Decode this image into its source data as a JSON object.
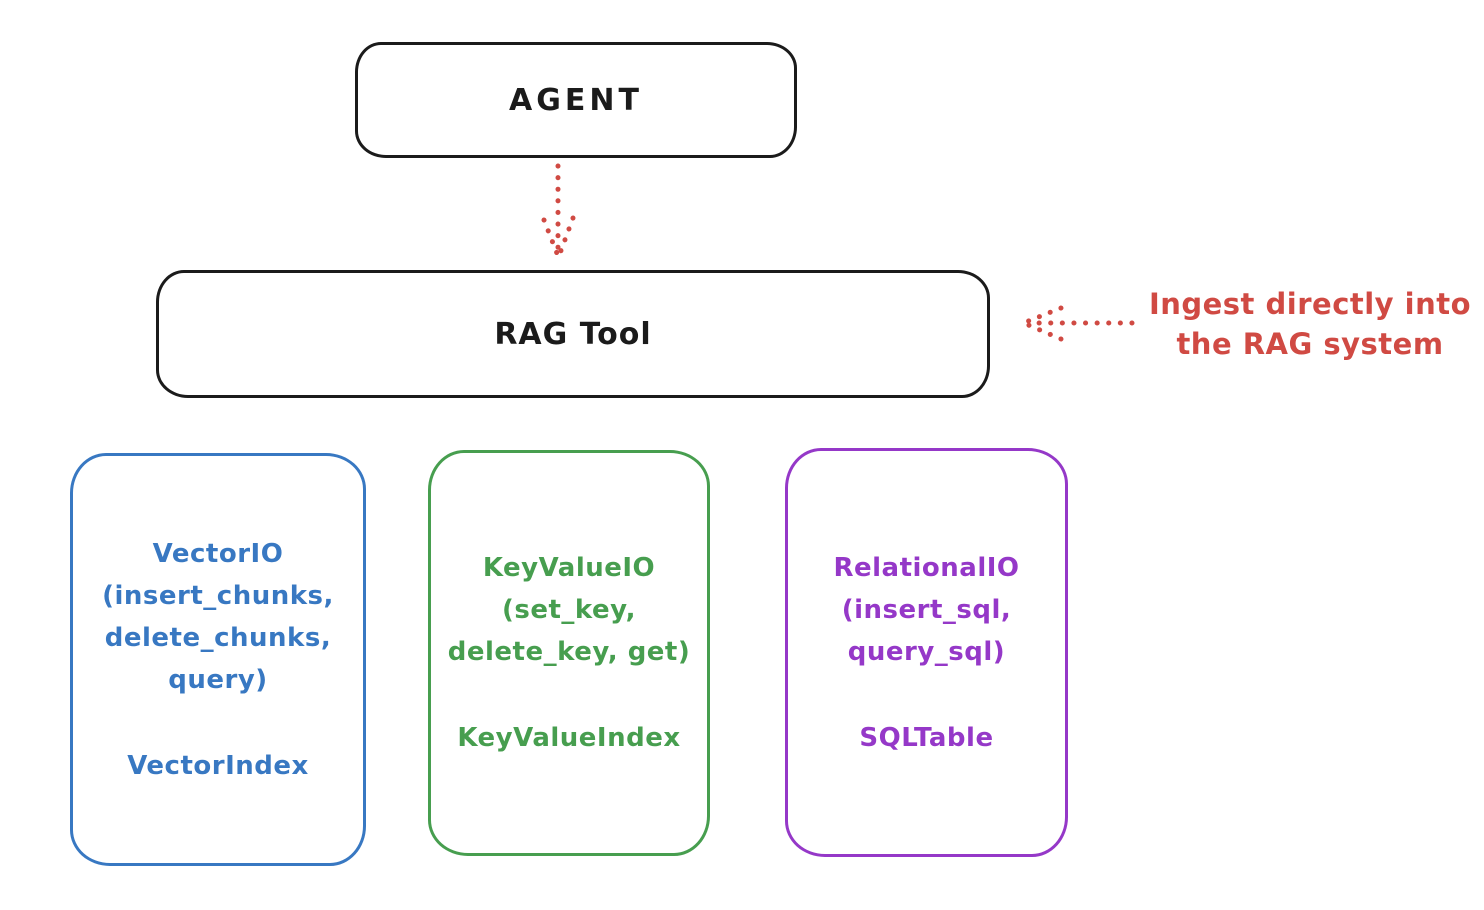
{
  "colors": {
    "ink": "#1b1b1b",
    "red": "#d04a43",
    "blue": "#3878c2",
    "green": "#479e4f",
    "purple": "#9538c8"
  },
  "nodes": {
    "agent": {
      "label": "AGENT"
    },
    "rag_tool": {
      "label": "RAG Tool"
    }
  },
  "annotation": {
    "line1": "Ingest directly into",
    "line2": "the RAG system"
  },
  "stores": [
    {
      "name": "VectorIO",
      "color": "#3878c2",
      "lines": [
        "VectorIO",
        "(insert_chunks,",
        "delete_chunks,",
        "query)"
      ],
      "index": "VectorIndex"
    },
    {
      "name": "KeyValueIO",
      "color": "#479e4f",
      "lines": [
        "KeyValueIO",
        "(set_key,",
        "delete_key, get)"
      ],
      "index": "KeyValueIndex"
    },
    {
      "name": "RelationalIO",
      "color": "#9538c8",
      "lines": [
        "RelationalIO",
        "(insert_sql,",
        "query_sql)"
      ],
      "index": "SQLTable"
    }
  ]
}
